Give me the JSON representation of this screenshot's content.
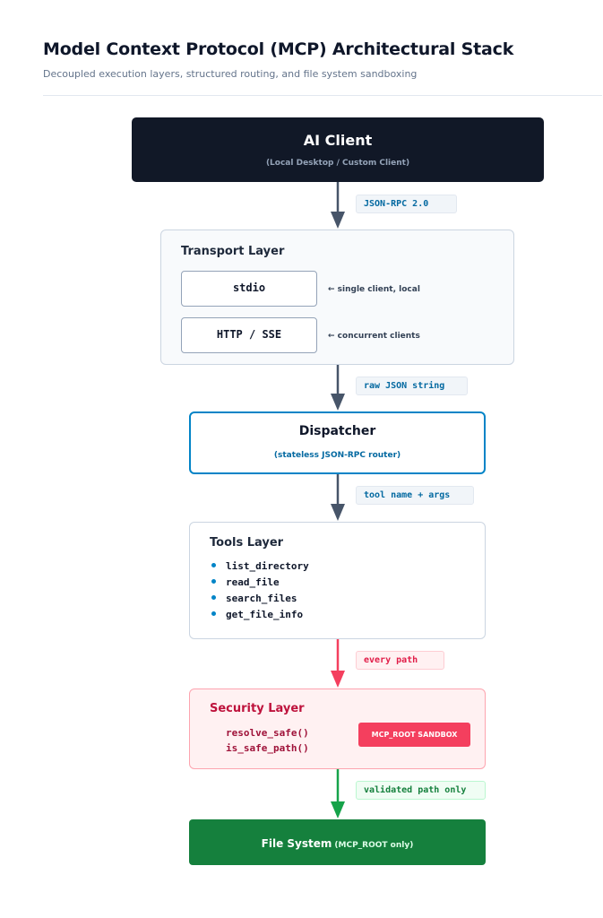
{
  "header": {
    "title": "Model Context Protocol (MCP) Architectural Stack",
    "subtitle": "Decoupled execution layers, structured routing, and file system sandboxing"
  },
  "ai_client": {
    "title": "AI Client",
    "subtitle": "(Local Desktop / Custom Client)"
  },
  "transport": {
    "title": "Transport Layer",
    "options": [
      {
        "label": "stdio",
        "note": "← single client, local"
      },
      {
        "label": "HTTP / SSE",
        "note": "← concurrent clients"
      }
    ]
  },
  "dispatcher": {
    "title": "Dispatcher",
    "subtitle": "(stateless JSON-RPC router)"
  },
  "tools": {
    "title": "Tools Layer",
    "items": [
      "list_directory",
      "read_file",
      "search_files",
      "get_file_info"
    ]
  },
  "security": {
    "title": "Security Layer",
    "functions": [
      "resolve_safe()",
      "is_safe_path()"
    ],
    "sandbox_label": "MCP_ROOT SANDBOX"
  },
  "filesystem": {
    "title": "File System",
    "qualifier": "(MCP_ROOT only)"
  },
  "connectors": [
    {
      "label": "JSON-RPC 2.0",
      "tone": "blue"
    },
    {
      "label": "raw JSON string",
      "tone": "blue"
    },
    {
      "label": "tool name + args",
      "tone": "blue"
    },
    {
      "label": "every path",
      "tone": "red"
    },
    {
      "label": "validated path only",
      "tone": "green"
    }
  ],
  "colors": {
    "client": "#111827",
    "accent_blue": "#0284c7",
    "connector_slate": "#475569",
    "security_red": "#f43f5e",
    "filesystem_green": "#15803d"
  }
}
